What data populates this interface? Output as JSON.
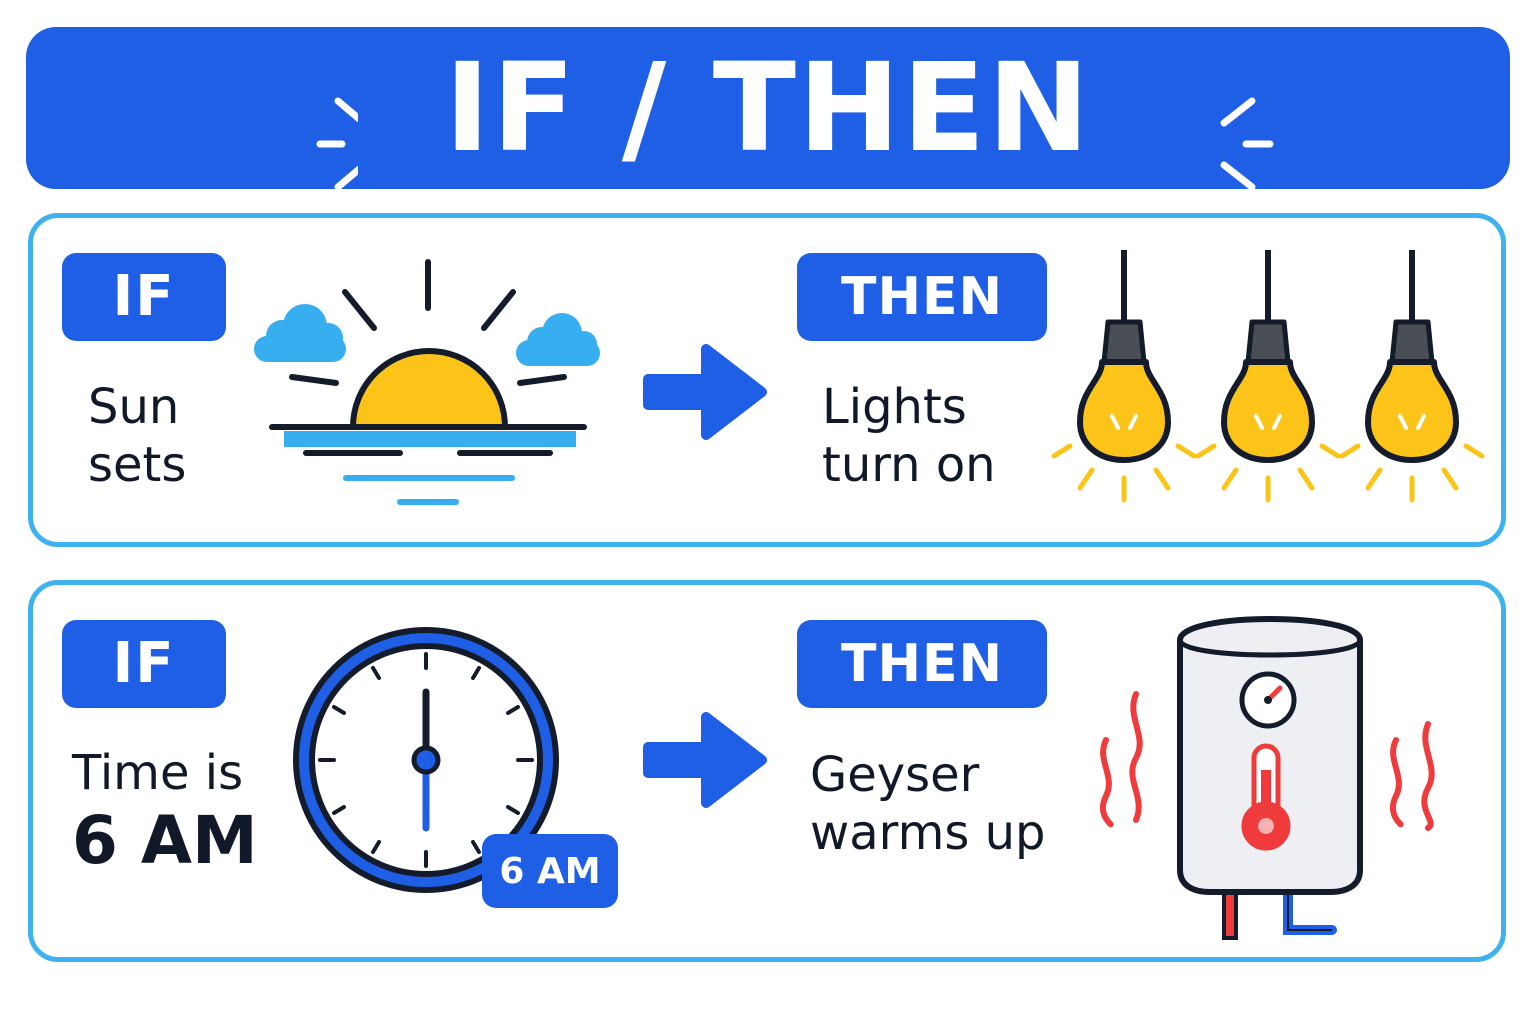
{
  "title": "IF / THEN",
  "colors": {
    "primary_blue": "#1f5fe6",
    "card_border": "#3db2ef",
    "sun_yellow": "#fcc419",
    "heat_red": "#ef3b3b"
  },
  "rules": [
    {
      "if_label": "IF",
      "condition": [
        "Sun",
        "sets"
      ],
      "condition_icon": "sunset-icon",
      "then_label": "THEN",
      "action": [
        "Lights",
        "turn on"
      ],
      "action_icon": "light-bulbs-icon"
    },
    {
      "if_label": "IF",
      "condition": [
        "Time is",
        "6 AM"
      ],
      "condition_icon": "clock-icon",
      "time_badge": "6 AM",
      "then_label": "THEN",
      "action": [
        "Geyser",
        "warms up"
      ],
      "action_icon": "water-heater-icon"
    }
  ]
}
